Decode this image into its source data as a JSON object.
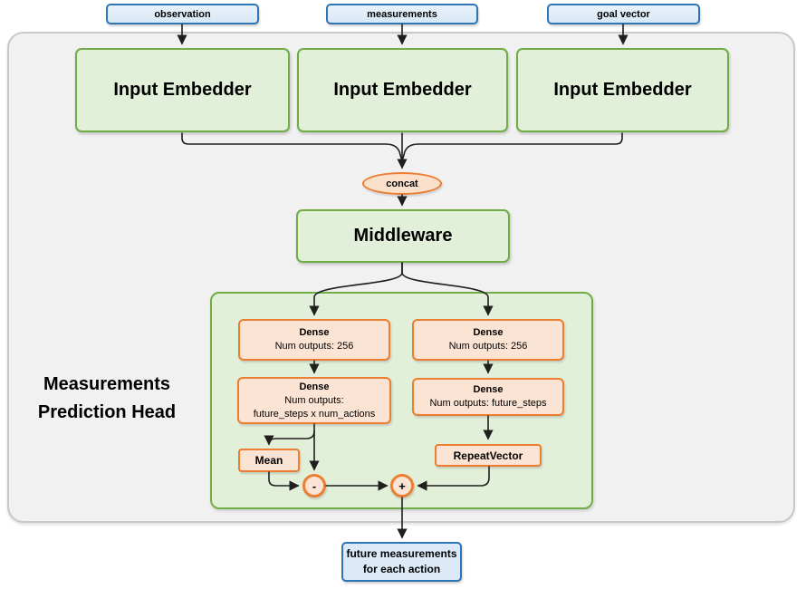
{
  "inputs": [
    {
      "label": "observation"
    },
    {
      "label": "measurements"
    },
    {
      "label": "goal vector"
    }
  ],
  "embedders": [
    {
      "label": "Input Embedder"
    },
    {
      "label": "Input Embedder"
    },
    {
      "label": "Input Embedder"
    }
  ],
  "concat": {
    "label": "concat"
  },
  "middleware": {
    "label": "Middleware"
  },
  "head": {
    "title_line1": "Measurements",
    "title_line2": "Prediction Head",
    "left": {
      "dense1": {
        "title": "Dense",
        "line1": "Num outputs: 256"
      },
      "dense2": {
        "title": "Dense",
        "line1": "Num outputs:",
        "line2": "future_steps x num_actions"
      },
      "mean": {
        "label": "Mean"
      },
      "subtract": {
        "label": "-"
      }
    },
    "right": {
      "dense1": {
        "title": "Dense",
        "line1": "Num outputs: 256"
      },
      "dense2": {
        "title": "Dense",
        "line1": "Num outputs: future_steps"
      },
      "repeat": {
        "label": "RepeatVector"
      },
      "add": {
        "label": "+"
      }
    }
  },
  "output": {
    "line1": "future measurements",
    "line2": "for each action"
  },
  "palette": {
    "blue_border": "#2e75b6",
    "blue_fill": "#dce9f7",
    "green_border": "#70ad47",
    "green_fill": "#e2efd9",
    "orange_border": "#ed7d31",
    "orange_fill": "#fce4d4",
    "container_fill": "#f1f1f2",
    "container_border": "#c8c8c8",
    "wire_color": "#1f1f1f"
  }
}
